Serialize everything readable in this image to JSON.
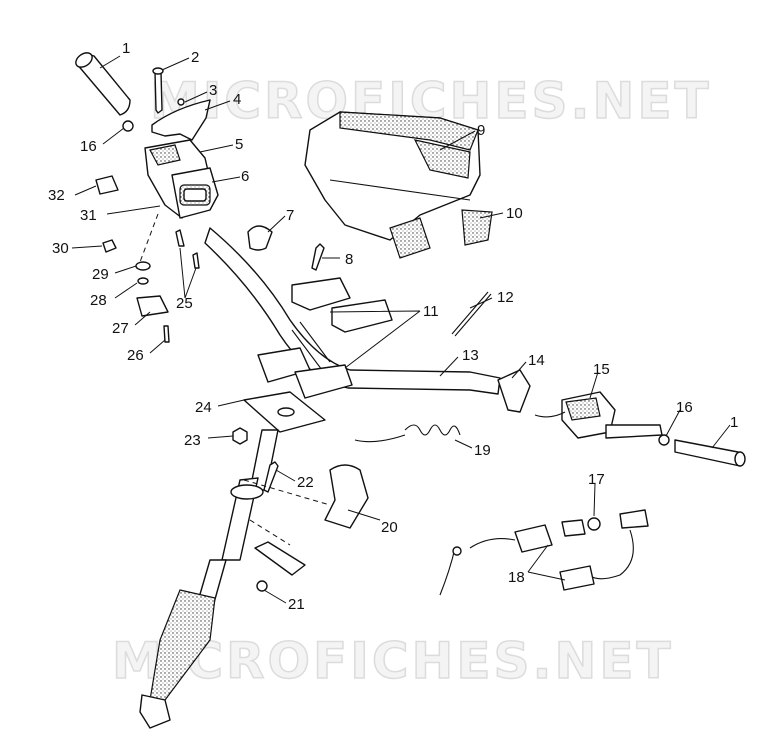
{
  "watermark": {
    "top": "MICROFICHES.NET",
    "bottom": "MICROFICHES.NET"
  },
  "callouts": [
    "1",
    "2",
    "3",
    "4",
    "5",
    "6",
    "7",
    "8",
    "9",
    "10",
    "11",
    "12",
    "13",
    "14",
    "15",
    "16",
    "1",
    "17",
    "16",
    "32",
    "31",
    "30",
    "29",
    "28",
    "27",
    "26",
    "25",
    "24",
    "23",
    "22",
    "21",
    "20",
    "19",
    "18"
  ]
}
